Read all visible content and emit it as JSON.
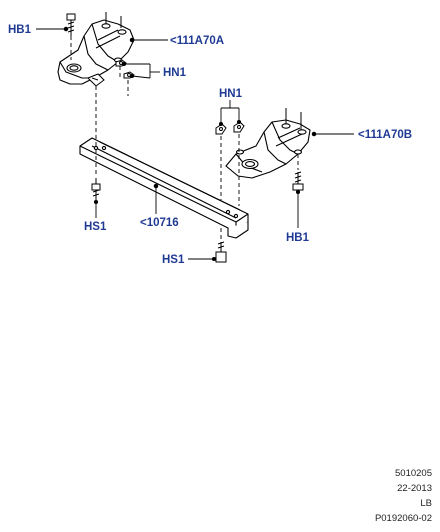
{
  "callouts": {
    "hb1_top": "HB1",
    "bracket_a": "<111A70A",
    "hn1_a": "HN1",
    "hn1_b": "HN1",
    "bracket_b": "<111A70B",
    "crossmember": "<10716",
    "hs1_left": "HS1",
    "hb1_right": "HB1",
    "hs1_bottom": "HS1"
  },
  "meta": {
    "line1": "5010205",
    "line2": "22-2013",
    "line3": "LB",
    "line4": "P0192060-02"
  },
  "colors": {
    "callout": "#1f3a93",
    "line": "#000000"
  }
}
